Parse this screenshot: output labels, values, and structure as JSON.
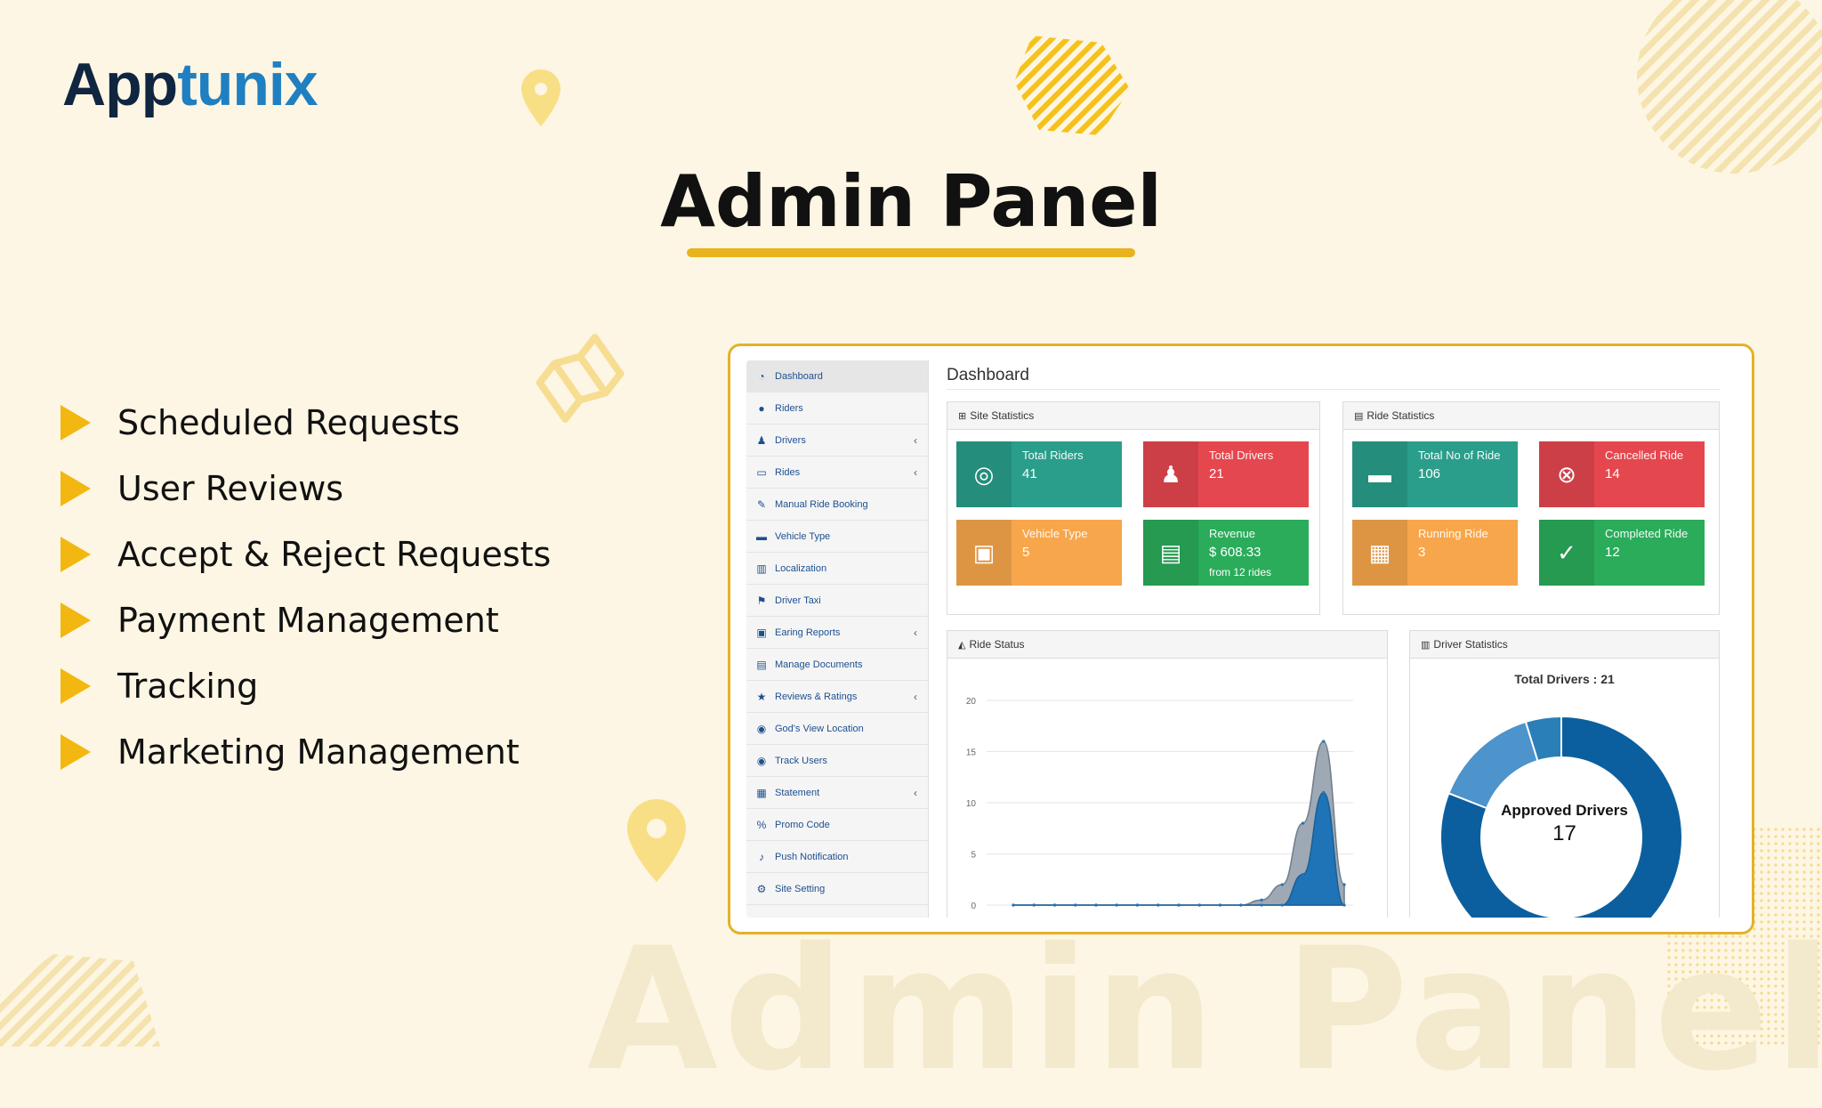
{
  "brand": {
    "logo_part1": "App",
    "logo_part2": "tunix"
  },
  "heading": {
    "title": "Admin Panel",
    "watermark": "Admin Panel"
  },
  "features": [
    "Scheduled Requests",
    "User Reviews",
    "Accept & Reject Requests",
    "Payment Management",
    "Tracking",
    "Marketing Management"
  ],
  "colors": {
    "accent": "#e8b31c",
    "background": "#fdf6e4",
    "navy": "#0f2540",
    "blue": "#1f7fc0"
  },
  "dashboard": {
    "title": "Dashboard",
    "sidebar": [
      {
        "label": "Dashboard",
        "icon": "dashboard-icon",
        "glyph": "◔",
        "chevron": false,
        "active": true
      },
      {
        "label": "Riders",
        "icon": "user-icon",
        "glyph": "●",
        "chevron": false
      },
      {
        "label": "Drivers",
        "icon": "driver-icon",
        "glyph": "♟",
        "chevron": true
      },
      {
        "label": "Rides",
        "icon": "car-icon",
        "glyph": "▭",
        "chevron": true
      },
      {
        "label": "Manual Ride Booking",
        "icon": "pencil-icon",
        "glyph": "✎",
        "chevron": false
      },
      {
        "label": "Vehicle Type",
        "icon": "vehicle-icon",
        "glyph": "▬",
        "chevron": false
      },
      {
        "label": "Localization",
        "icon": "building-icon",
        "glyph": "▥",
        "chevron": false
      },
      {
        "label": "Driver Taxi",
        "icon": "taxi-icon",
        "glyph": "⚑",
        "chevron": false
      },
      {
        "label": "Earing Reports",
        "icon": "money-icon",
        "glyph": "▣",
        "chevron": true
      },
      {
        "label": "Manage Documents",
        "icon": "document-icon",
        "glyph": "▤",
        "chevron": false
      },
      {
        "label": "Reviews & Ratings",
        "icon": "star-icon",
        "glyph": "★",
        "chevron": true
      },
      {
        "label": "God's View Location",
        "icon": "map-marker-icon",
        "glyph": "◉",
        "chevron": false
      },
      {
        "label": "Track Users",
        "icon": "location-pin-icon",
        "glyph": "◉",
        "chevron": false
      },
      {
        "label": "Statement",
        "icon": "statement-icon",
        "glyph": "▦",
        "chevron": true
      },
      {
        "label": "Promo Code",
        "icon": "promo-icon",
        "glyph": "%",
        "chevron": false
      },
      {
        "label": "Push Notification",
        "icon": "bell-icon",
        "glyph": "♪",
        "chevron": false
      },
      {
        "label": "Site Setting",
        "icon": "gear-icon",
        "glyph": "⚙",
        "chevron": false
      }
    ],
    "site_statistics": {
      "title": "Site Statistics",
      "cards": [
        {
          "label": "Total Riders",
          "value": "41",
          "icon": "user-circle-icon",
          "glyph": "◎",
          "color": "teal"
        },
        {
          "label": "Total Drivers",
          "value": "21",
          "icon": "driver-icon",
          "glyph": "♟",
          "color": "red"
        },
        {
          "label": "Vehicle Type",
          "value": "5",
          "icon": "taxi-icon",
          "glyph": "▣",
          "color": "orange"
        },
        {
          "label": "Revenue",
          "value": "$ 608.33",
          "sub": "from 12 rides",
          "icon": "money-icon",
          "glyph": "▤",
          "color": "green"
        }
      ]
    },
    "ride_statistics": {
      "title": "Ride Statistics",
      "cards": [
        {
          "label": "Total No of Ride",
          "value": "106",
          "icon": "car-icon",
          "glyph": "▬",
          "color": "teal"
        },
        {
          "label": "Cancelled Ride",
          "value": "14",
          "icon": "close-circle-icon",
          "glyph": "⊗",
          "color": "red"
        },
        {
          "label": "Running Ride",
          "value": "3",
          "icon": "building-icon",
          "glyph": "▦",
          "color": "orange"
        },
        {
          "label": "Completed Ride",
          "value": "12",
          "icon": "check-circle-icon",
          "glyph": "✓",
          "color": "green"
        }
      ]
    },
    "ride_status": {
      "title": "Ride Status"
    },
    "driver_statistics": {
      "title": "Driver Statistics",
      "total_label": "Total Drivers : 21",
      "center_label": "Approved Drivers",
      "center_value": "17"
    }
  },
  "chart_data": [
    {
      "type": "area",
      "title": "Ride Status",
      "y_ticks": [
        "0",
        "5",
        "10",
        "15",
        "20"
      ],
      "ylim": [
        0,
        20
      ],
      "series": [
        {
          "values": [
            0,
            0,
            0,
            0,
            0,
            0,
            0,
            0,
            0,
            0,
            0,
            0,
            0.5,
            2,
            8,
            16,
            2
          ],
          "color": "#8d9aa8"
        },
        {
          "values": [
            0,
            0,
            0,
            0,
            0,
            0,
            0,
            0,
            0,
            0,
            0,
            0,
            0,
            0,
            3,
            11,
            0
          ],
          "color": "#1f73b7"
        }
      ]
    },
    {
      "type": "pie",
      "title": "Driver Statistics",
      "slices": [
        {
          "value": 17,
          "color": "#0c5f9e"
        },
        {
          "value": 3,
          "color": "#4d93cc"
        },
        {
          "value": 1,
          "color": "#2a7fb8"
        }
      ]
    }
  ]
}
